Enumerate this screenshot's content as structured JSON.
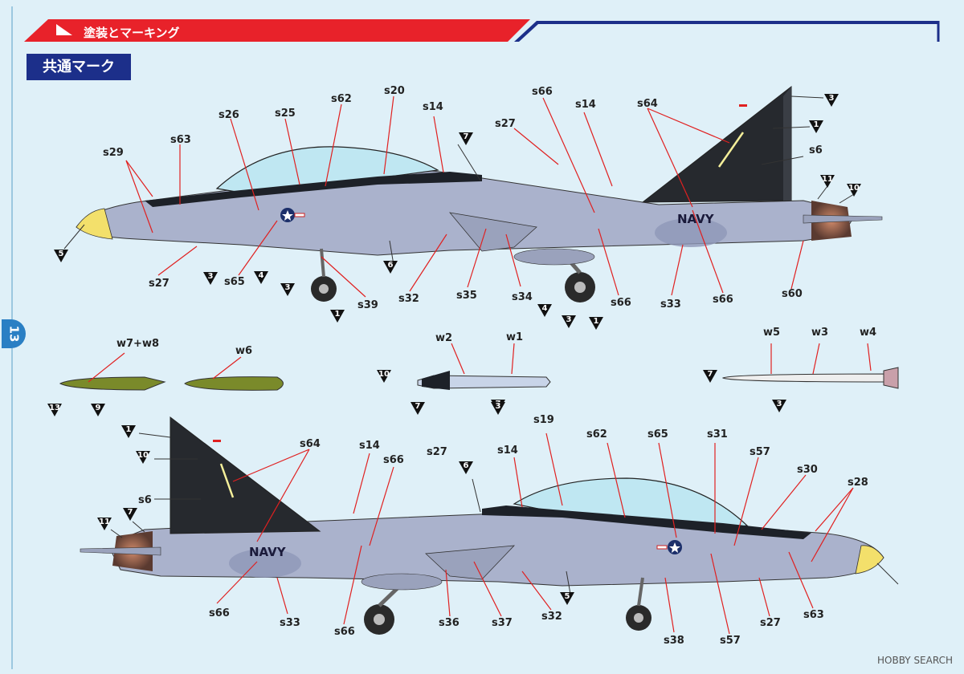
{
  "header": {
    "title": "塗装とマーキング"
  },
  "section": {
    "title": "共通マーク"
  },
  "page_number": "13",
  "watermark": "HOBBY SEARCH",
  "aircraft_marking": "NAVY",
  "colors": {
    "header_red": "#e8222a",
    "header_blue": "#1c2f8a",
    "tail_dark": "#26292e",
    "fuselage": "#aab2cc",
    "leader_line": "#e02020"
  },
  "top_view_labels": [
    "s29",
    "s63",
    "s26",
    "s25",
    "s62",
    "s20",
    "s14",
    "s27",
    "s66",
    "s14",
    "s64",
    "s6",
    "s27",
    "s65",
    "s39",
    "s32",
    "s35",
    "s34",
    "s66",
    "s33",
    "s66",
    "s60"
  ],
  "stores_labels": [
    "w7+w8",
    "w6",
    "w2",
    "w1",
    "w5",
    "w3",
    "w4"
  ],
  "bottom_view_labels": [
    "s64",
    "s6",
    "s14",
    "s66",
    "s27",
    "s14",
    "s19",
    "s62",
    "s65",
    "s31",
    "s57",
    "s30",
    "s28",
    "s66",
    "s33",
    "s66",
    "s36",
    "s37",
    "s32",
    "s38",
    "s57",
    "s27",
    "s63"
  ],
  "triangle_numbers": [
    "5",
    "3",
    "4",
    "6",
    "3",
    "1",
    "3",
    "7",
    "1",
    "11",
    "10",
    "4",
    "3",
    "1",
    "7",
    "13",
    "9",
    "10",
    "7",
    "3",
    "7",
    "3",
    "1",
    "10",
    "11",
    "7",
    "6",
    "5"
  ]
}
